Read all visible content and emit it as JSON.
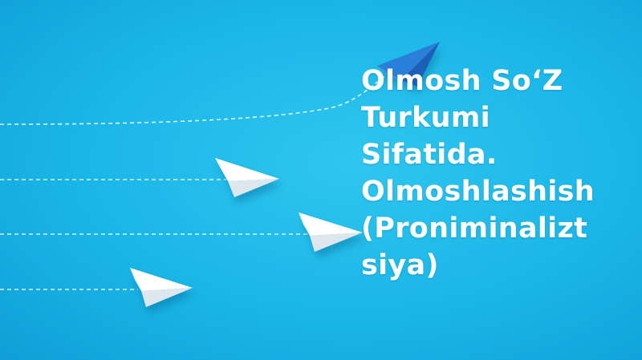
{
  "slide": {
    "title_lines": [
      "Olmosh So‘Z",
      "Turkumi",
      "Sifatida.",
      "Olmoshlashish",
      "(Proniminalizt",
      "siya)"
    ]
  },
  "colors": {
    "background": "#1ab6e8",
    "lead_plane": "#1f6fc9",
    "paper_plane": "#ffffff",
    "title_text": "#ffffff"
  },
  "icons": [
    "blue-paper-plane-icon",
    "white-paper-plane-icon"
  ]
}
